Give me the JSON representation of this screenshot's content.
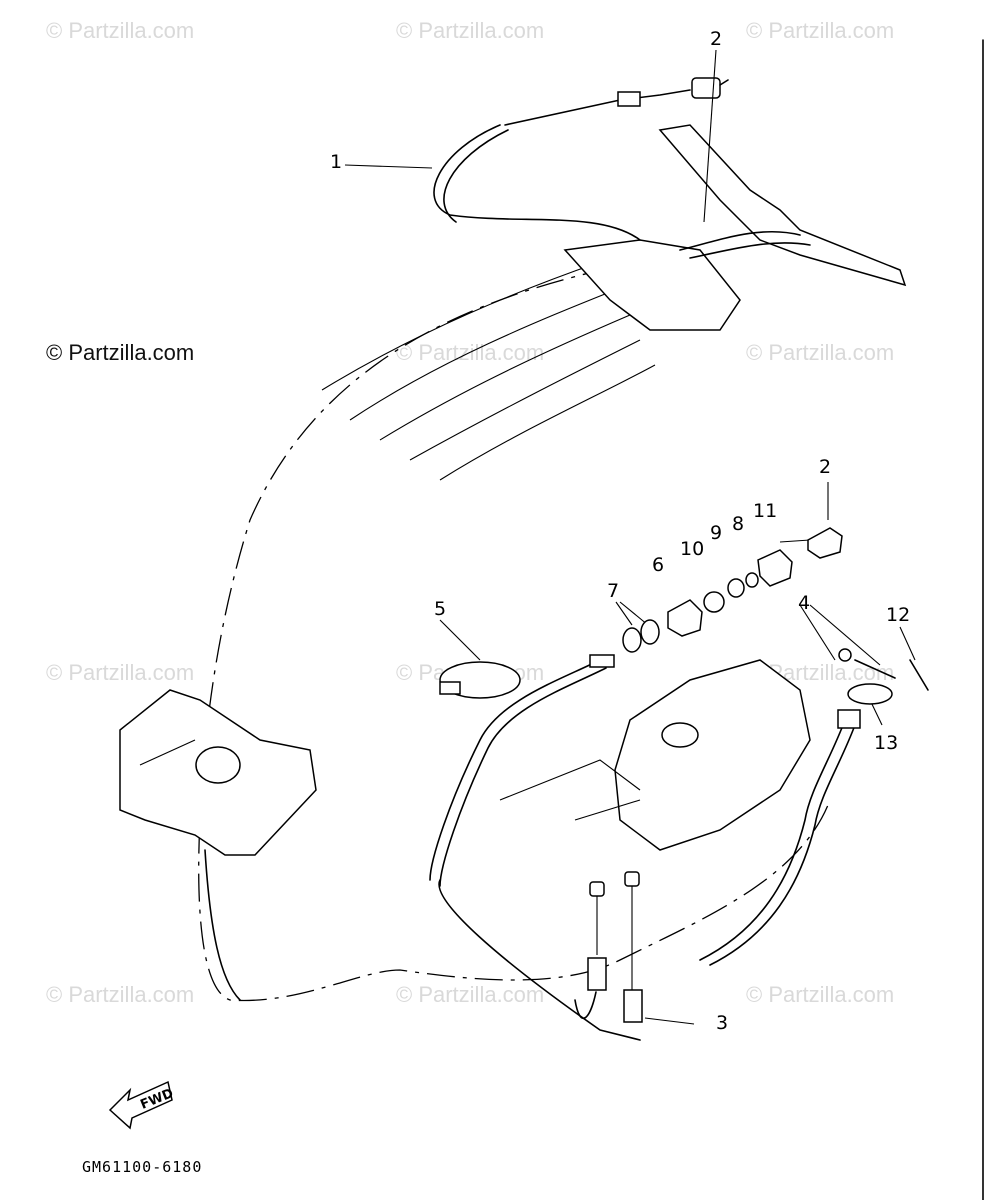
{
  "watermarks": {
    "text": "© Partzilla.com"
  },
  "callouts": {
    "p1": "1",
    "p2a": "2",
    "p2b": "2",
    "p3": "3",
    "p4": "4",
    "p5": "5",
    "p6": "6",
    "p7": "7",
    "p8": "8",
    "p9": "9",
    "p10": "10",
    "p11": "11",
    "p12": "12",
    "p13": "13"
  },
  "fwd_label": "FWD",
  "diagram_code": "GM61100-6180",
  "colors": {
    "line": "#000000",
    "watermark": "#d9d9d9",
    "background": "#ffffff"
  }
}
